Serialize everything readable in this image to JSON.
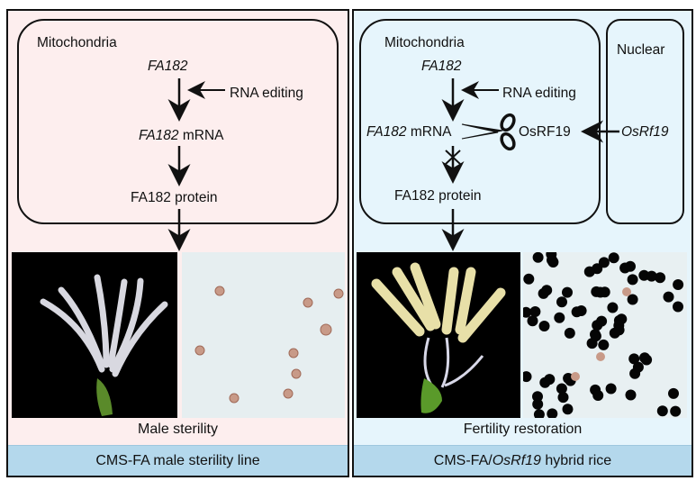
{
  "left_panel": {
    "compartment_label": "Mitochondria",
    "gene": "FA182",
    "rna_editing": "RNA editing",
    "mrna_gene": "FA182",
    "mrna_suffix": " mRNA",
    "protein": "FA182 protein",
    "phenotype": "Male sterility",
    "line_label": "CMS-FA male sterility line",
    "photos": [
      "white non-developed anthers on black background",
      "sparse brown sterile pollen grains"
    ],
    "background_color": "#fdeeee"
  },
  "right_panel": {
    "compartment_label": "Mitochondria",
    "nuclear_label": "Nuclear",
    "gene": "FA182",
    "rna_editing": "RNA editing",
    "mrna_gene": "FA182",
    "mrna_suffix": " mRNA",
    "restorer_protein": "OsRF19",
    "restorer_gene": "OsRf19",
    "protein": "FA182 protein",
    "cleavage_icon": "scissors-icon",
    "blocked_icon": "cross-mark-icon",
    "phenotype": "Fertility restoration",
    "line_label_prefix": "CMS-FA/",
    "line_label_gene": "OsRf19",
    "line_label_suffix": " hybrid rice",
    "photos": [
      "yellow developed anthers on black background",
      "dense black stained fertile pollen grains"
    ],
    "background_color": "#e6f5fc"
  },
  "caption_bar_color": "#b4d8ec"
}
